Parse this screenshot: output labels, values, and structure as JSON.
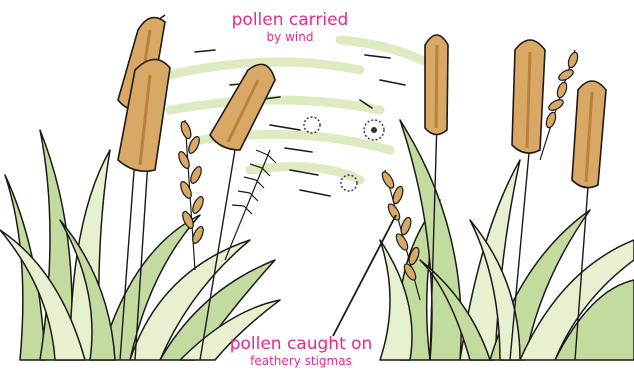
{
  "labels": {
    "top": {
      "main": "pollen carried",
      "sub": "by wind"
    },
    "bottom": {
      "main": "pollen caught on",
      "sub": "feathery stigmas"
    }
  },
  "colors": {
    "label_text": "#e8288a",
    "leaf_fill": "#c4dba0",
    "leaf_light": "#e7f0cf",
    "outline": "#1a1a1a",
    "cattail_fill": "#d9a865",
    "cattail_shade": "#b9813f",
    "wind_streak": "#d8e8b8",
    "pollen": "#333333"
  },
  "icons": [
    "cattail-icon",
    "grass-flower-icon",
    "pollen-grain-icon",
    "wind-streak-icon"
  ]
}
